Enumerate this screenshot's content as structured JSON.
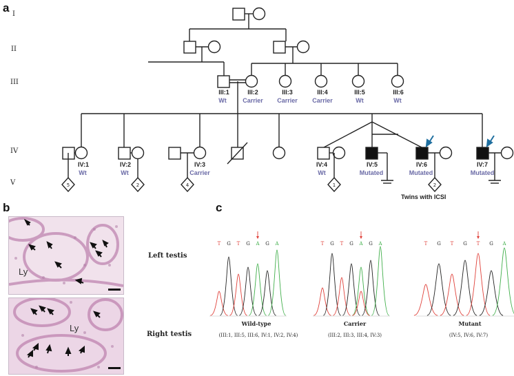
{
  "panels": {
    "a": "a",
    "b": "b",
    "c": "c"
  },
  "pedigree": {
    "generations": [
      "I",
      "II",
      "III",
      "IV",
      "V"
    ],
    "individuals": [
      {
        "id": "III:1",
        "genotype": "Wt"
      },
      {
        "id": "III:2",
        "genotype": "Carrier"
      },
      {
        "id": "III:3",
        "genotype": "Carrier"
      },
      {
        "id": "III:4",
        "genotype": "Carrier"
      },
      {
        "id": "III:5",
        "genotype": "Wt"
      },
      {
        "id": "III:6",
        "genotype": "Wt"
      },
      {
        "id": "IV:1",
        "genotype": "Wt"
      },
      {
        "id": "IV:2",
        "genotype": "Wt"
      },
      {
        "id": "IV:3",
        "genotype": "Carrier"
      },
      {
        "id": "IV:4",
        "genotype": "Wt"
      },
      {
        "id": "IV:5",
        "genotype": "Mutated"
      },
      {
        "id": "IV:6",
        "genotype": "Mutated"
      },
      {
        "id": "IV:7",
        "genotype": "Mutated"
      }
    ],
    "offspring_counts": [
      "5",
      "2",
      "4",
      "1",
      "2"
    ],
    "twins_note": "Twins with ICSI",
    "affected_color": "#111111",
    "proband_arrow_color": "#1f6f9f"
  },
  "histology": {
    "left_label": "Left testis",
    "right_label": "Right testis",
    "lumen_label": "Ly",
    "tissue_color": "#e7cde2",
    "stain_color": "#b878a8"
  },
  "sanger": {
    "traces": [
      {
        "bases": [
          "T",
          "G",
          "T",
          "G",
          "A",
          "G",
          "A"
        ],
        "caption": "Wild-type",
        "samples": "(III:1, III:5, III:6, IV:1, IV:2, IV:4)"
      },
      {
        "bases": [
          "T",
          "G",
          "T",
          "G",
          "A",
          "G",
          "A"
        ],
        "caption": "Carrier",
        "samples": "(III:2, III:3, III:4, IV:3)"
      },
      {
        "bases": [
          "T",
          "G",
          "T",
          "G",
          "T",
          "G",
          "A"
        ],
        "caption": "Mutant",
        "samples": "(IV:5, IV:6, IV:7)"
      }
    ],
    "base_colors": {
      "T": "#e0413a",
      "G": "#222222",
      "A": "#3fae49",
      "C": "#3a6fd0"
    },
    "arrow_color": "#e0413a"
  }
}
